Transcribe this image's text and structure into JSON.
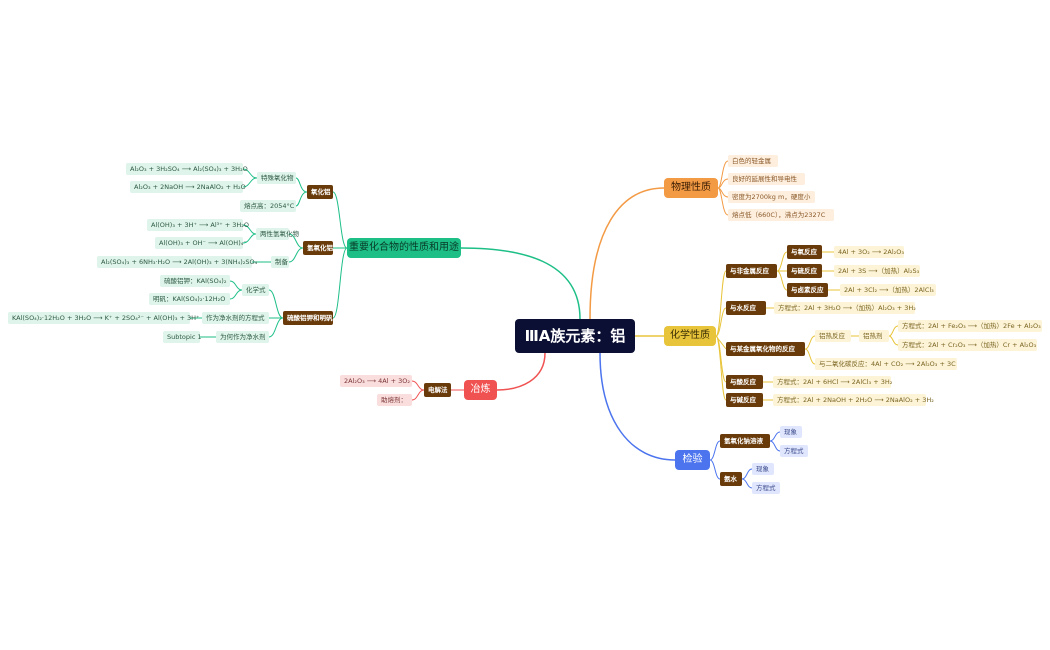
{
  "root": "ⅢA族元素：铝",
  "colors": {
    "green": "#1dbf86",
    "orange": "#f39a44",
    "yellow": "#e8c43a",
    "red": "#f05252",
    "blue": "#4b74ee",
    "dark": "#6a3b0a",
    "root": "#0b0f33"
  },
  "left": {
    "compounds": {
      "title": "重要化合物的性质和用途",
      "alumina": {
        "label": "氧化铝",
        "special": {
          "label": "特殊氧化物",
          "eq1": "Al₂O₃ + 3H₂SO₄ ⟶ Al₂(SO₄)₃ + 3H₂O",
          "eq2": "Al₂O₃ + 2NaOH ⟶ 2NaAlO₂ + H₂O"
        },
        "melting": "熔点高：2054°C"
      },
      "hydroxide": {
        "label": "氢氧化铝",
        "amphoteric": {
          "label": "两性氢氧化物",
          "eq1": "Al(OH)₃ + 3H⁺ ⟶ Al³⁺ + 3H₂O",
          "eq2": "Al(OH)₃ + OH⁻ ⟶ Al(OH)₄⁻"
        },
        "prep": {
          "label": "制备",
          "eq": "Al₂(SO₄)₃ + 6NH₃·H₂O ⟶ 2Al(OH)₃ + 3(NH₄)₂SO₄"
        }
      },
      "alum": {
        "label": "硫酸铝钾和明矾",
        "formula": {
          "label": "化学式",
          "a": "硫酸铝钾：KAl(SO₄)₂",
          "b": "明矾：KAl(SO₄)₂·12H₂O"
        },
        "purify_eq": {
          "label": "作为净水剂的方程式",
          "eq": "KAl(SO₄)₂·12H₂O + 3H₂O ⟶ K⁺ + 2SO₄²⁻ + Al(OH)₃ + 3H⁺"
        },
        "why": {
          "label": "为何作为净水剂",
          "child": "Subtopic 1"
        }
      }
    },
    "smelting": {
      "title": "冶炼",
      "electrolysis": {
        "label": "电解法",
        "eq": "2Al₂O₃ ⟶ 4Al + 3O₂",
        "flux": "助熔剂："
      }
    }
  },
  "right": {
    "physical": {
      "title": "物理性质",
      "items": [
        "白色的轻金属",
        "良好的延展性和导电性",
        "密度为2700kg m，硬度小",
        "熔点低（660C），沸点为2327C"
      ]
    },
    "chemical": {
      "title": "化学性质",
      "nonmetal": {
        "label": "与非金属反应",
        "o2": {
          "label": "与氧反应",
          "eq": "4Al + 3O₂ ⟶ 2Al₂O₃"
        },
        "s": {
          "label": "与硫反应",
          "eq": "2Al + 3S ⟶（加热）Al₂S₃"
        },
        "cl": {
          "label": "与卤素反应",
          "eq": "2Al + 3Cl₂ ⟶（加热）2AlCl₃"
        }
      },
      "water": {
        "label": "与水反应",
        "eq": "方程式：2Al + 3H₂O ⟶（加热）Al₂O₃ + 3H₂"
      },
      "oxide": {
        "label": "与某金属氧化物的反应",
        "thermite": {
          "label": "铝热反应",
          "agent": {
            "label": "铝热剂",
            "eq1": "方程式：2Al + Fe₂O₃ ⟶（加热）2Fe + Al₂O₃",
            "eq2": "方程式：2Al + Cr₂O₃ ⟶（加热）Cr + Al₂O₃"
          }
        },
        "co2": "与二氧化碳反应：4Al + CO₂ ⟶ 2Al₂O₃ + 3C"
      },
      "acid": {
        "label": "与酸反应",
        "eq": "方程式：2Al + 6HCl ⟶ 2AlCl₃ + 3H₂"
      },
      "base": {
        "label": "与碱反应",
        "eq": "方程式：2Al + 2NaOH + 2H₂O ⟶ 2NaAlO₂ + 3H₂"
      }
    },
    "test": {
      "title": "检验",
      "naoh": {
        "label": "氢氧化钠溶液",
        "phen": "现象",
        "eq": "方程式"
      },
      "nh3": {
        "label": "氨水",
        "phen": "现象",
        "eq": "方程式"
      }
    }
  }
}
